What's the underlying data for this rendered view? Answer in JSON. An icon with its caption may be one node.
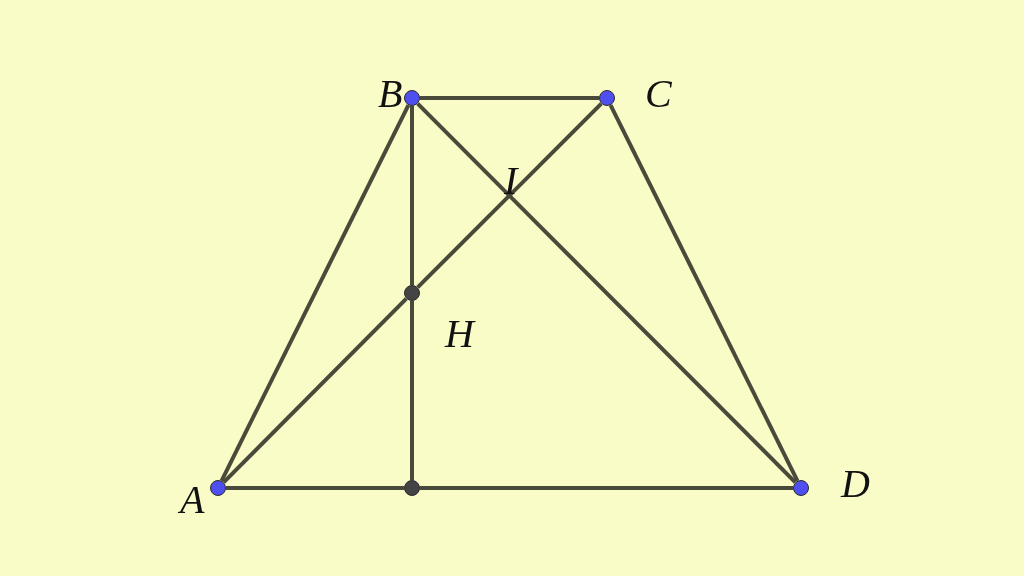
{
  "diagram": {
    "nodes": [
      {
        "text": [
          "B"
        ]
      },
      {
        "text": [
          "C"
        ]
      },
      {
        "text": [
          "I"
        ]
      },
      {
        "text": [
          "H"
        ]
      },
      {
        "text": [
          "A"
        ]
      },
      {
        "text": [],
        "shape": "circle"
      },
      {
        "text": [
          "D"
        ]
      }
    ],
    "edges": [
      {
        "from": 0,
        "to": 1,
        "arrow": "none"
      },
      {
        "from": 0,
        "to": 4,
        "arrow": "none"
      },
      {
        "from": 1,
        "to": 6,
        "arrow": "none"
      },
      {
        "from": 4,
        "to": 5,
        "arrow": "none"
      },
      {
        "from": 5,
        "to": 6,
        "arrow": "none"
      },
      {
        "from": 0,
        "to": 6,
        "arrow": "none"
      },
      {
        "from": 4,
        "to": 3,
        "arrow": "none"
      },
      {
        "from": 3,
        "to": 1,
        "arrow": "none"
      },
      {
        "from": 0,
        "to": 3,
        "arrow": "none"
      },
      {
        "from": 3,
        "to": 5,
        "arrow": "none"
      }
    ]
  }
}
